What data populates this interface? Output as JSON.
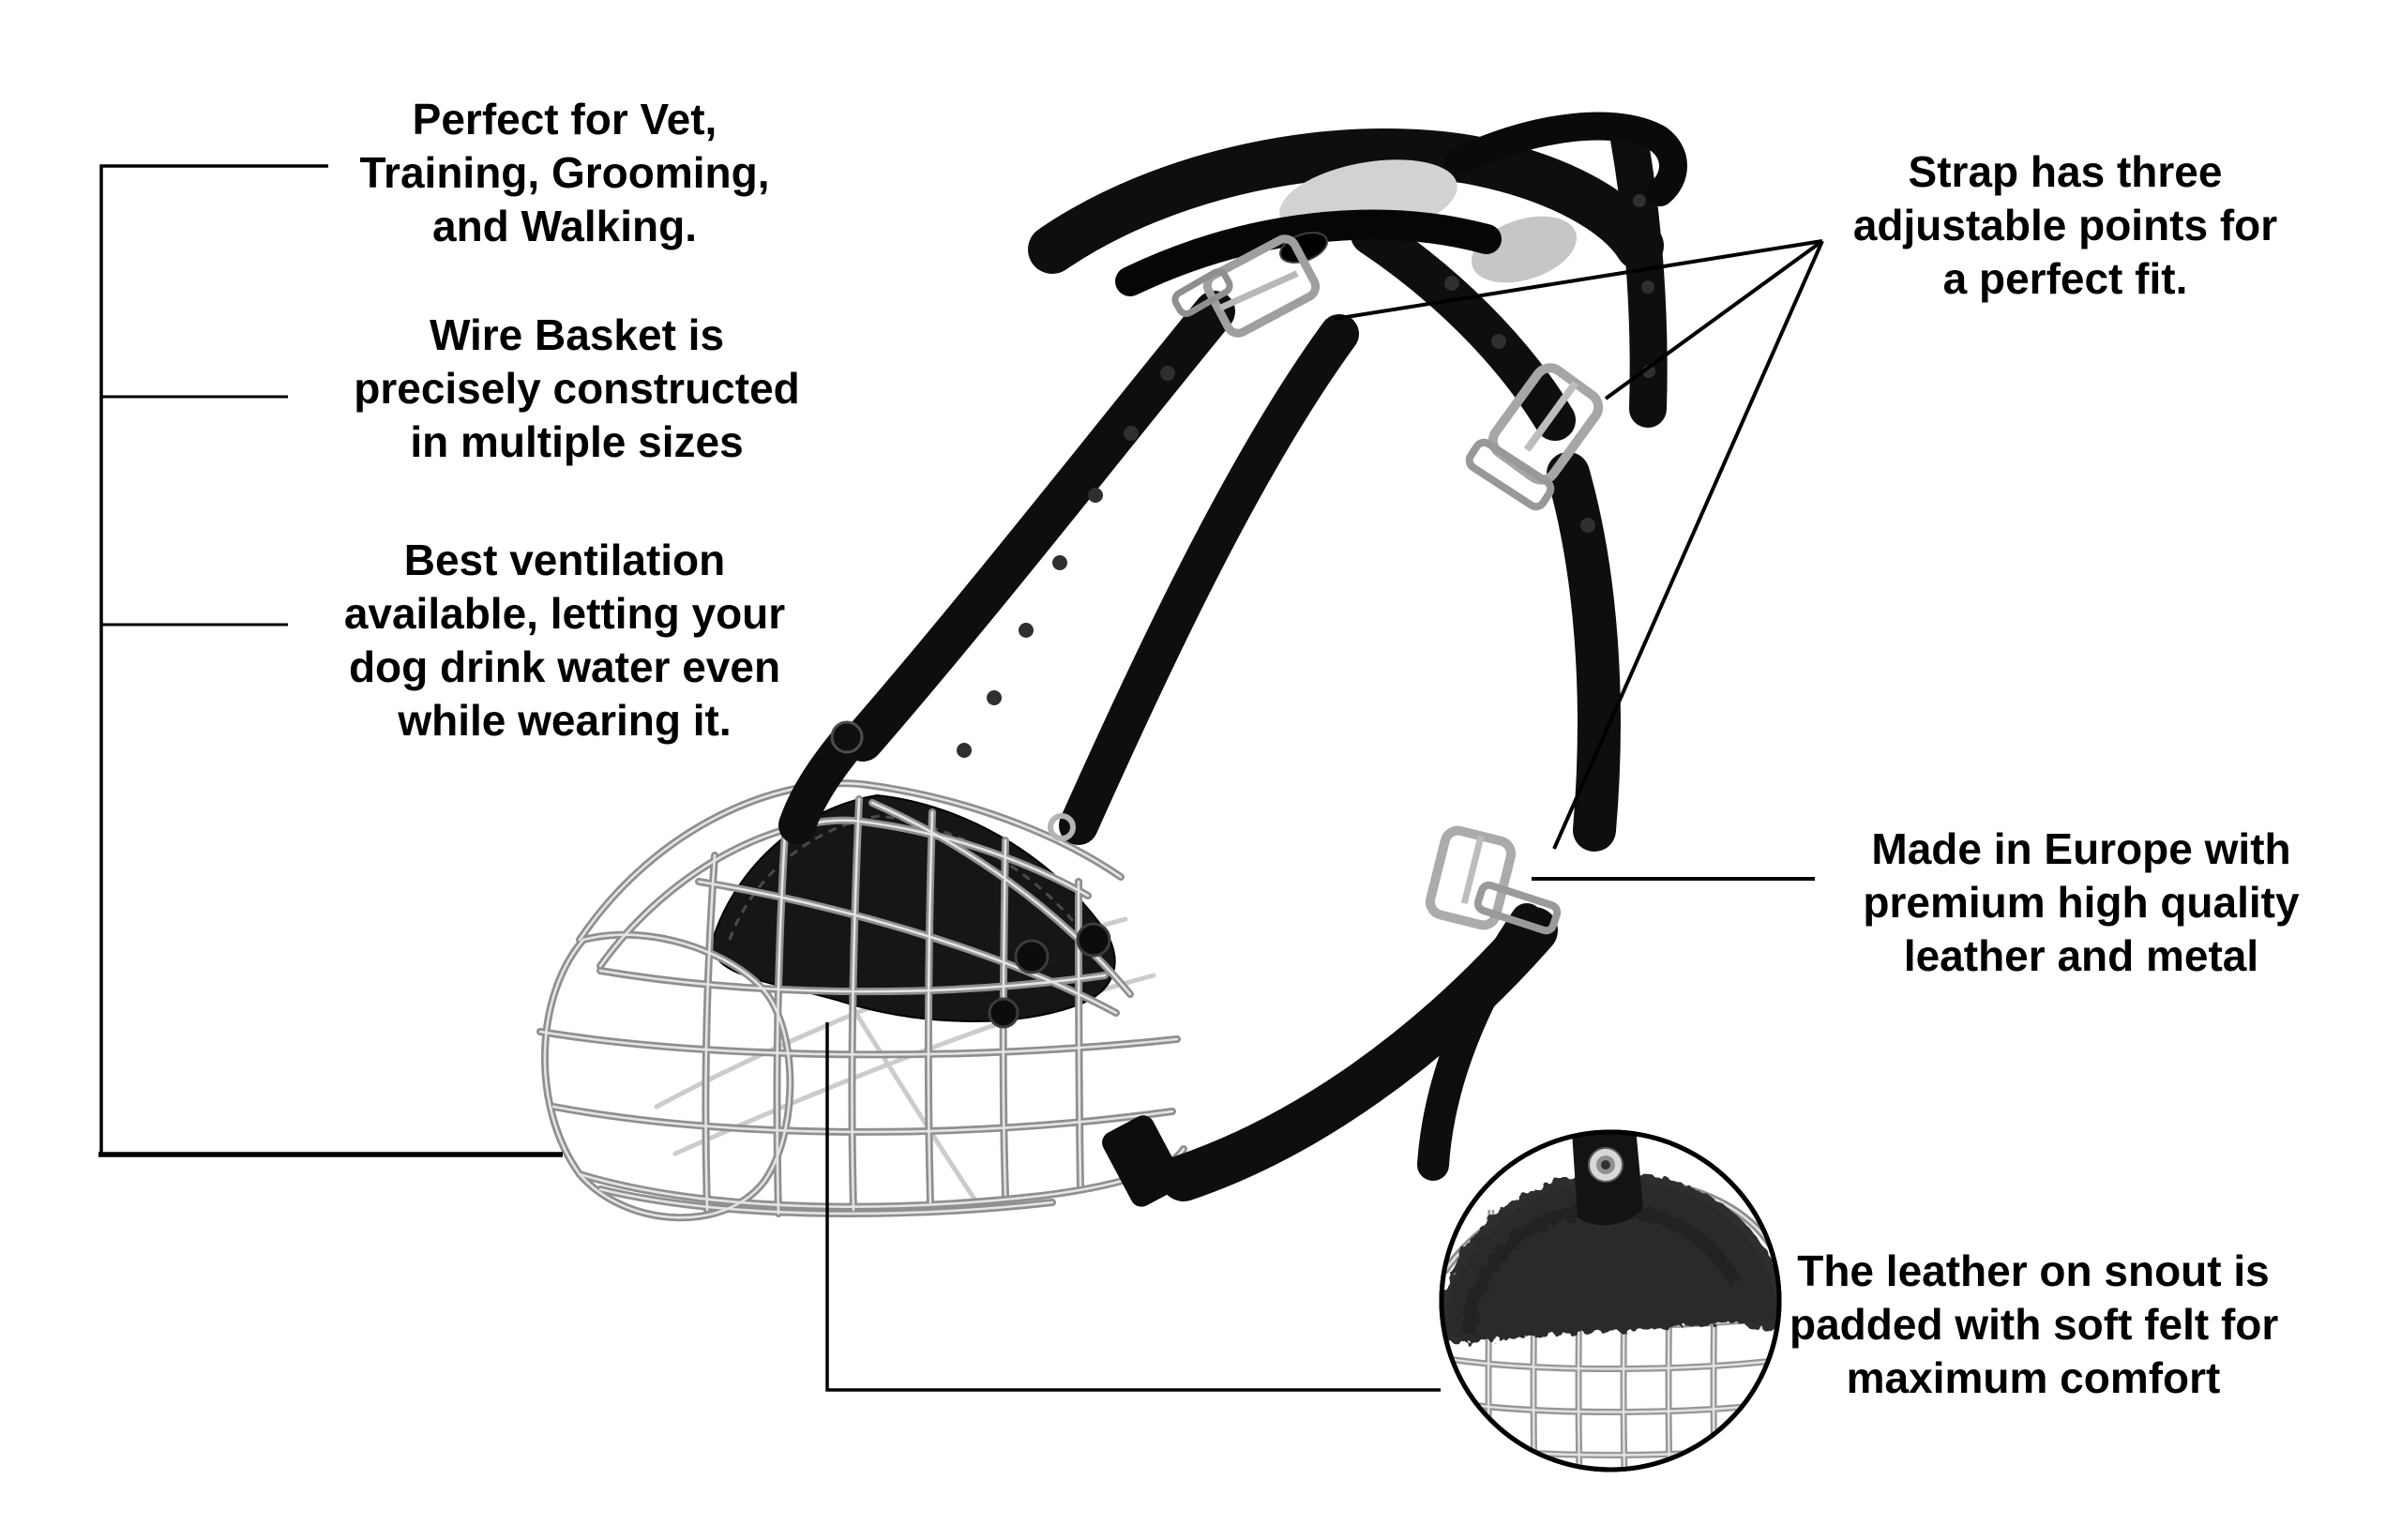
{
  "page": {
    "background": "#ffffff",
    "subject": "wire-basket-dog-muzzle-annotated-diagram"
  },
  "callouts": {
    "left": [
      {
        "id": "uses",
        "lines": [
          "Perfect for Vet,",
          "Training, Grooming,",
          "and Walking."
        ]
      },
      {
        "id": "wire-basket",
        "lines": [
          "Wire Basket is",
          "precisely constructed",
          "in multiple sizes"
        ]
      },
      {
        "id": "ventilation",
        "lines": [
          "Best ventilation",
          "available, letting your",
          "dog drink water even",
          "while wearing it."
        ]
      }
    ],
    "right": [
      {
        "id": "strap-adjustment",
        "lines": [
          "Strap has three",
          "adjustable points for",
          "a perfect fit."
        ]
      },
      {
        "id": "made-in-europe",
        "lines": [
          "Made in Europe with",
          "premium high quality",
          "leather and metal"
        ]
      },
      {
        "id": "felt-padding",
        "lines": [
          "The leather on snout is",
          "padded with soft felt for",
          "maximum comfort"
        ]
      }
    ]
  },
  "icons": {
    "inset": "felt-padding-closeup-circle",
    "hardware": [
      "buckle-icon",
      "rivet-icon",
      "grommet-icon"
    ]
  },
  "colors": {
    "text": "#000000",
    "annotation_line": "#000000",
    "leather_strap": "#0e0e0e",
    "chrome_wire": "#8f8f8f",
    "chrome_highlight": "#e4e4e4",
    "felt_pad": "#2f2f2f",
    "buckle_metal": "#a8a8a8",
    "background": "#ffffff"
  }
}
